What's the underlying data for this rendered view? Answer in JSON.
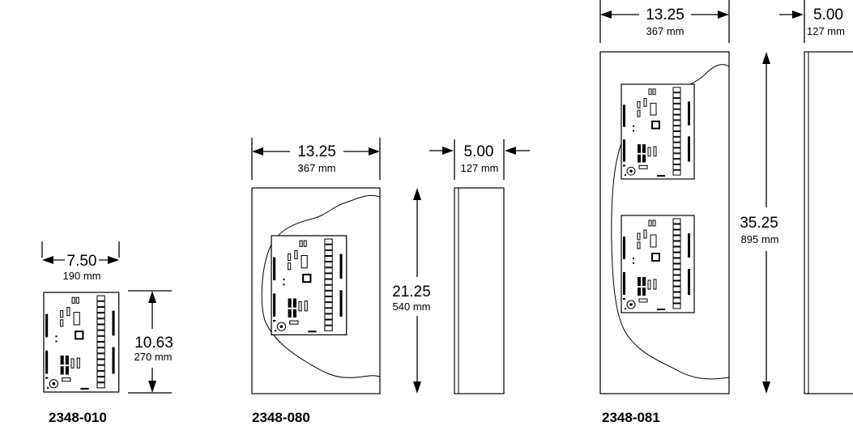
{
  "colors": {
    "line": "#000000",
    "background": "#ffffff"
  },
  "units": [
    {
      "model": "2348-010",
      "width": {
        "in": "7.50",
        "mm": "190 mm"
      },
      "height": {
        "in": "10.63",
        "mm": "270 mm"
      }
    },
    {
      "model": "2348-080",
      "width": {
        "in": "13.25",
        "mm": "367 mm"
      },
      "depth": {
        "in": "5.00",
        "mm": "127 mm"
      },
      "height": {
        "in": "21.25",
        "mm": "540 mm"
      }
    },
    {
      "model": "2348-081",
      "width": {
        "in": "13.25",
        "mm": "367 mm"
      },
      "depth": {
        "in": "5.00",
        "mm": "127 mm"
      },
      "height": {
        "in": "35.25",
        "mm": "895 mm"
      }
    }
  ]
}
